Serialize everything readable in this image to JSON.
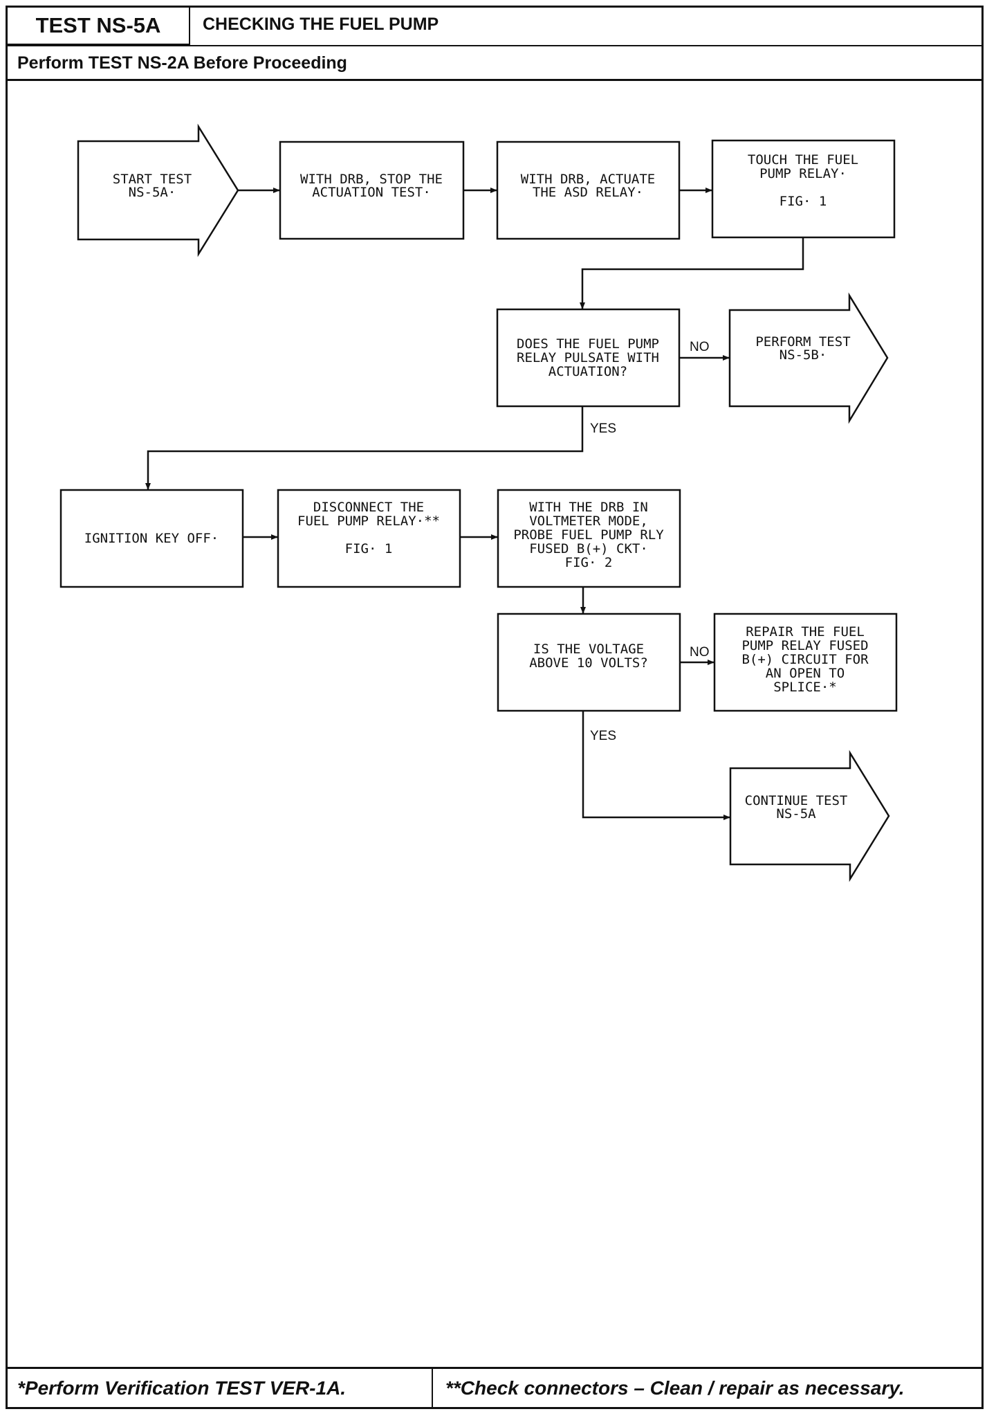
{
  "header": {
    "test_id": "TEST NS-5A",
    "title": "CHECKING THE FUEL PUMP",
    "prerequisite": "Perform TEST NS-2A Before Proceeding"
  },
  "flow": {
    "start": [
      "START TEST",
      "NS-5A·"
    ],
    "stop_actuation": [
      "WITH DRB, STOP THE",
      "ACTUATION TEST·"
    ],
    "actuate_asd": [
      "WITH DRB, ACTUATE",
      "THE ASD RELAY·"
    ],
    "touch_relay": [
      "TOUCH THE FUEL",
      "PUMP RELAY·",
      "",
      "FIG· 1"
    ],
    "pulsate_question": [
      "DOES THE FUEL PUMP",
      "RELAY PULSATE WITH",
      "ACTUATION?"
    ],
    "perform_5b": [
      "PERFORM TEST",
      "NS-5B·"
    ],
    "ignition_off": [
      "IGNITION KEY OFF·"
    ],
    "disconnect_relay": [
      "DISCONNECT THE",
      "FUEL PUMP RELAY·**",
      "",
      "FIG· 1"
    ],
    "probe_voltmeter": [
      "WITH THE DRB IN",
      "VOLTMETER MODE,",
      "PROBE FUEL PUMP RLY",
      "FUSED B(+) CKT·",
      "FIG· 2"
    ],
    "voltage_question": [
      "IS THE VOLTAGE",
      "ABOVE 10 VOLTS?"
    ],
    "repair_circuit": [
      "REPAIR THE FUEL",
      "PUMP RELAY FUSED",
      "B(+) CIRCUIT FOR",
      "AN OPEN TO",
      "SPLICE·*"
    ],
    "continue_5a": [
      "CONTINUE TEST",
      "NS-5A"
    ],
    "labels": {
      "no": "NO",
      "yes": "YES"
    }
  },
  "footer": {
    "left": "*Perform Verification TEST VER-1A.",
    "right": "**Check connectors – Clean / repair as necessary."
  }
}
